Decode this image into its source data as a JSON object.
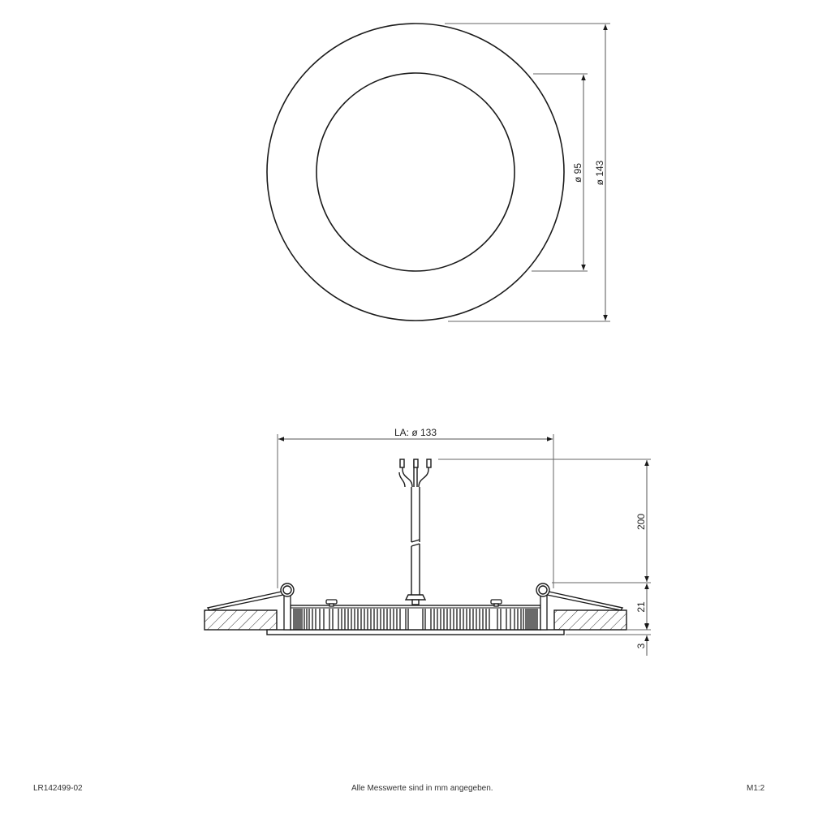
{
  "drawing": {
    "top_view": {
      "outer_diameter_label": "ø 143",
      "inner_diameter_label": "ø 95"
    },
    "side_view": {
      "cutout_label": "LA: ø 133",
      "cable_length_label": "200",
      "recess_depth_label": "21",
      "flange_thickness_label": "3"
    }
  },
  "footer": {
    "article_number": "LR142499-02",
    "note": "Alle Messwerte sind in mm angegeben.",
    "scale": "M1:2"
  },
  "colors": {
    "line": "#1a1a1a",
    "dimension_line": "#555555",
    "background": "#ffffff"
  }
}
